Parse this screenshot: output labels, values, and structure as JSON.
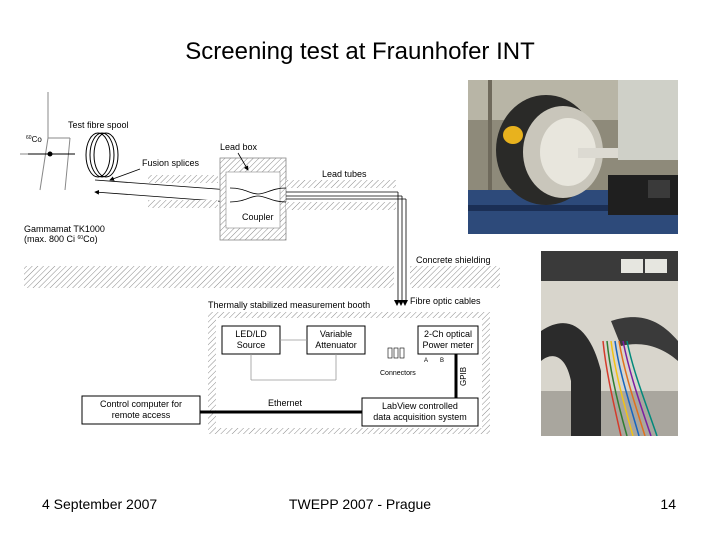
{
  "title": "Screening test at Fraunhofer INT",
  "diagram": {
    "test_fibre_spool": "Test fibre spool",
    "co_source": "Co",
    "co_mass": "60",
    "fusion_splices": "Fusion splices",
    "lead_box": "Lead box",
    "lead_tubes": "Lead tubes",
    "coupler": "Coupler",
    "gammamat_line1": "Gammamat TK1000",
    "gammamat_line2_a": "(max. 800 Ci ",
    "gammamat_line2_mass": "60",
    "gammamat_line2_b": "Co)",
    "concrete_shielding": "Concrete shielding",
    "booth_label": "Thermally stabilized measurement booth",
    "fibre_optic_cables": "Fibre optic cables",
    "led_ld_line1": "LED/LD",
    "led_ld_line2": "Source",
    "variable_line1": "Variable",
    "variable_line2": "Attenuator",
    "power_meter_line1": "2-Ch optical",
    "power_meter_line2": "Power meter",
    "connectors_label": "Connectors",
    "gpib_label": "GPIB",
    "channel_a": "A",
    "channel_b": "B",
    "ethernet": "Ethernet",
    "control_line1": "Control computer for",
    "control_line2": "remote access",
    "labview_line1": "LabView controlled",
    "labview_line2": "data acquisition system"
  },
  "photos": {
    "irradiator_photo": "irradiator-photo",
    "cables_photo": "fibre-cables-photo"
  },
  "footer": {
    "date": "4 September 2007",
    "event": "TWEPP 2007 - Prague",
    "page": "14"
  }
}
